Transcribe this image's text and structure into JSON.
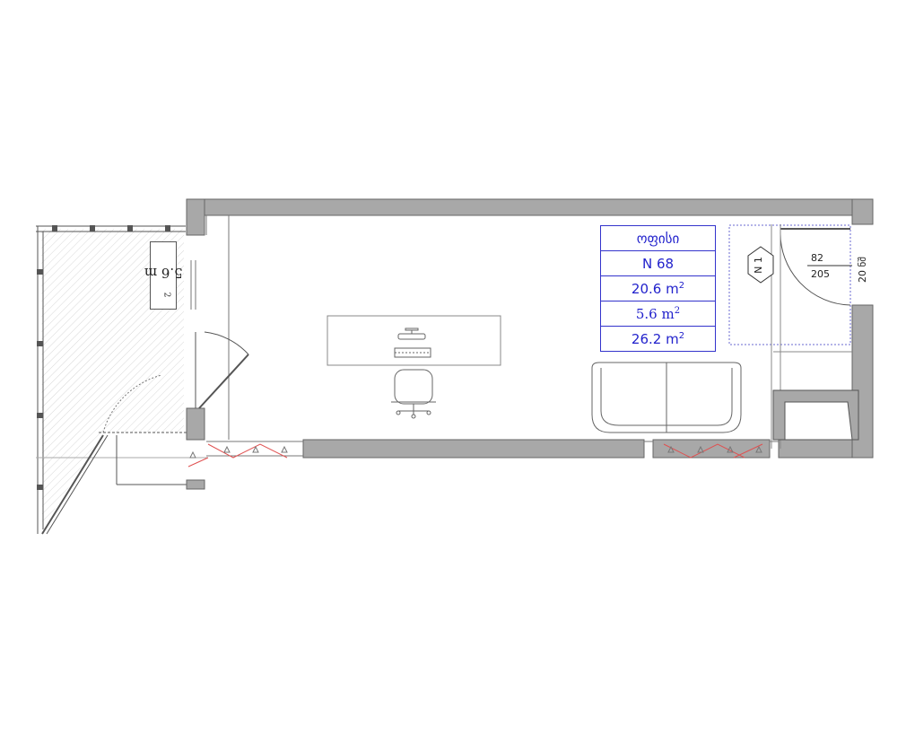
{
  "room_table": {
    "name": "ოფისი",
    "number": "N 68",
    "area_room": "20.6 m",
    "area_balcony": "5.6 m",
    "area_total": "26.2 m",
    "sup": "2"
  },
  "balcony_label": {
    "value": "5.6 m",
    "sup": "2"
  },
  "door_tag": {
    "hex_label": "N 1",
    "width": "82",
    "height": "205",
    "sill": "20 ნშ"
  },
  "colors": {
    "wall": "#a8a8a8",
    "line": "#555555",
    "blue_text": "#2222cc",
    "blue_border": "#3333cc",
    "red_marks": "#e05050",
    "dashed_blue": "#6a6ad0"
  },
  "icons": [
    "desk",
    "computer-monitor",
    "keyboard",
    "office-chair",
    "sofa",
    "door-swing",
    "hexagon-tag"
  ]
}
